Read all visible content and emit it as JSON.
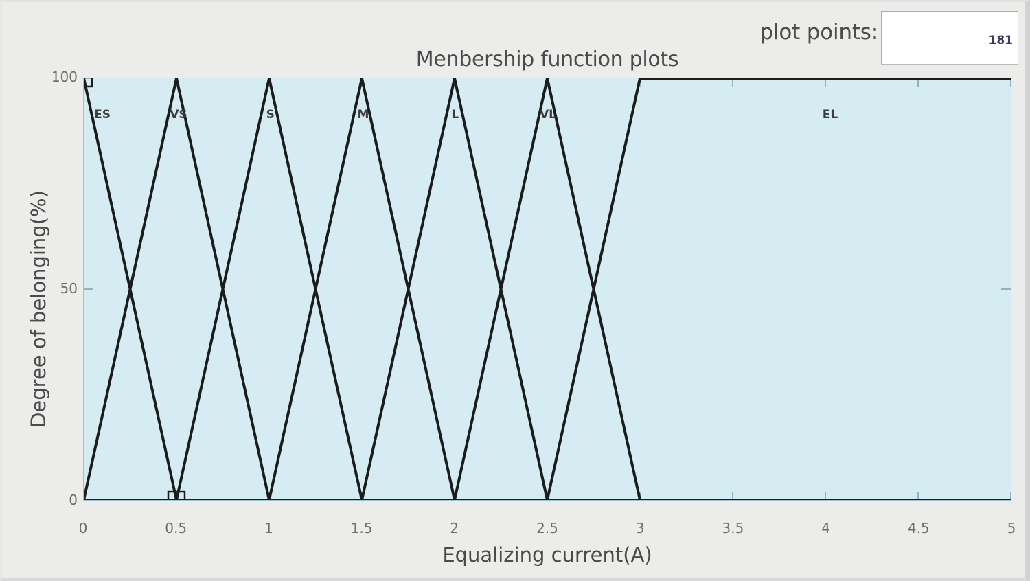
{
  "window": {
    "background_color": "#ececea"
  },
  "controls": {
    "plot_points_label": "plot points:",
    "plot_points_value": "181"
  },
  "chart_data": {
    "type": "line",
    "title": "Menbership function plots",
    "xlabel": "Equalizing current(A)",
    "ylabel": "Degree of belonging(%)",
    "xlim": [
      0,
      5
    ],
    "ylim": [
      0,
      100
    ],
    "xticks": [
      "0",
      "0.5",
      "1",
      "1.5",
      "2",
      "2.5",
      "3",
      "3.5",
      "4",
      "4.5",
      "5"
    ],
    "xtick_values": [
      0,
      0.5,
      1,
      1.5,
      2,
      2.5,
      3,
      3.5,
      4,
      4.5,
      5
    ],
    "yticks": [
      "0",
      "50",
      "100"
    ],
    "ytick_values": [
      0,
      50,
      100
    ],
    "grid": false,
    "legend": "inside-top-labels",
    "plot_background": "#d5edf2",
    "line_color": "#1c1c1c",
    "series": [
      {
        "name": "ES",
        "label_x": 0.1,
        "points": [
          [
            0,
            100
          ],
          [
            0.5,
            0
          ],
          [
            5,
            0
          ]
        ]
      },
      {
        "name": "VS",
        "label_x": 0.51,
        "points": [
          [
            0,
            0
          ],
          [
            0.5,
            100
          ],
          [
            1,
            0
          ],
          [
            5,
            0
          ]
        ]
      },
      {
        "name": "S",
        "label_x": 1.005,
        "points": [
          [
            0,
            0
          ],
          [
            0.5,
            0
          ],
          [
            1,
            100
          ],
          [
            1.5,
            0
          ],
          [
            5,
            0
          ]
        ]
      },
      {
        "name": "M",
        "label_x": 1.505,
        "points": [
          [
            0,
            0
          ],
          [
            1,
            0
          ],
          [
            1.5,
            100
          ],
          [
            2,
            0
          ],
          [
            5,
            0
          ]
        ]
      },
      {
        "name": "L",
        "label_x": 2.0,
        "points": [
          [
            0,
            0
          ],
          [
            1.5,
            0
          ],
          [
            2,
            100
          ],
          [
            2.5,
            0
          ],
          [
            5,
            0
          ]
        ]
      },
      {
        "name": "VL",
        "label_x": 2.5,
        "points": [
          [
            0,
            0
          ],
          [
            2,
            0
          ],
          [
            2.5,
            100
          ],
          [
            3,
            0
          ],
          [
            5,
            0
          ]
        ]
      },
      {
        "name": "EL",
        "label_x": 4.02,
        "points": [
          [
            0,
            0
          ],
          [
            2.5,
            0
          ],
          [
            3,
            100
          ],
          [
            5,
            100
          ]
        ]
      }
    ],
    "handles": [
      {
        "name": "handle-es-peak",
        "x": 0,
        "y": 100
      },
      {
        "name": "handle-vs-base",
        "x": 0.5,
        "y": 0
      }
    ]
  }
}
